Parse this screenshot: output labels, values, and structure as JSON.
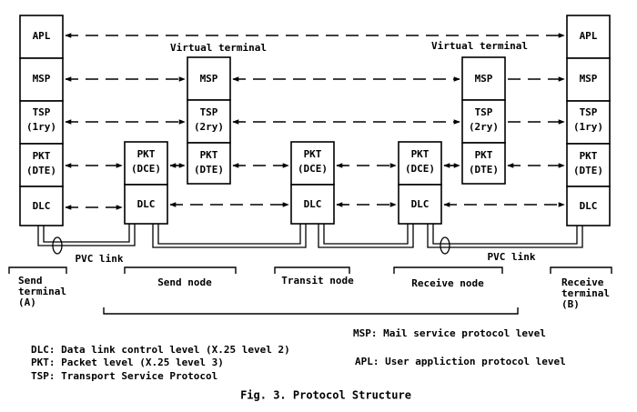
{
  "diagram": {
    "labels": {
      "virtual_terminal_left": "Virtual terminal",
      "virtual_terminal_right": "Virtual terminal",
      "pvc_link_left": "PVC link",
      "pvc_link_right": "PVC link"
    },
    "layers": {
      "apl": "APL",
      "msp": "MSP",
      "tsp": "TSP",
      "tsp_1ry": "(1ry)",
      "tsp_2ry": "(2ry)",
      "pkt": "PKT",
      "dte": "(DTE)",
      "dce": "(DCE)",
      "dlc": "DLC"
    },
    "nodes": {
      "send_terminal_line1": "Send",
      "send_terminal_line2": "terminal",
      "send_terminal_line3": "(A)",
      "send_node": "Send node",
      "transit_node": "Transit node",
      "receive_node": "Receive node",
      "receive_terminal_line1": "Receive",
      "receive_terminal_line2": "terminal",
      "receive_terminal_line3": "(B)"
    },
    "legend": {
      "msp": "MSP: Mail service protocol level",
      "apl": "APL: User appliction protocol level",
      "dlc": "DLC: Data link control level (X.25 level 2)",
      "pkt": "PKT: Packet level (X.25 level 3)",
      "tsp": "TSP: Transport Service Protocol"
    },
    "caption": "Fig. 3. Protocol Structure"
  }
}
